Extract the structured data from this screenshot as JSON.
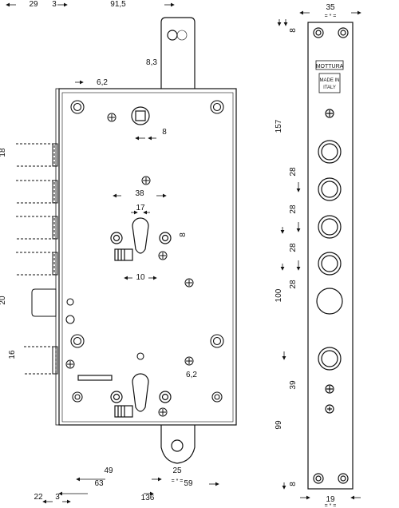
{
  "dims_top": {
    "a": "29",
    "b": "3",
    "c": "91,5",
    "right_width": "35",
    "tiny_eq": "= * ="
  },
  "dims_main": {
    "r83": "8,3",
    "d62_top": "6,2",
    "d8_bolt": "8",
    "d38": "38",
    "d17": "17",
    "d8_side": "8",
    "d10": "10",
    "d62_low": "6,2",
    "d18": "18",
    "d20": "20",
    "d16": "16"
  },
  "dims_bottom": {
    "d49": "49",
    "d63": "63",
    "d25": "25",
    "eq": "= * =",
    "d59": "59",
    "d136": "136",
    "d22": "22",
    "d3": "3"
  },
  "dims_faceplate": {
    "d8_top": "8",
    "d157": "157",
    "d28_a": "28",
    "d28_b": "28",
    "d28_c": "28",
    "d28_d": "28",
    "d100": "100",
    "d39": "39",
    "d99": "99",
    "d8_bottom": "8",
    "d19": "19",
    "eq_bottom": "= * ="
  },
  "faceplate_labels": {
    "brand": "MOTTURA",
    "origin_1": "MADE IN",
    "origin_2": "ITALY"
  }
}
